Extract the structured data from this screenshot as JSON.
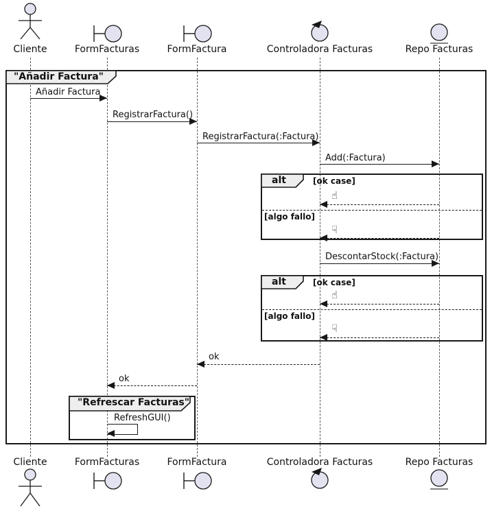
{
  "participants": [
    {
      "name": "Cliente",
      "type": "actor"
    },
    {
      "name": "FormFacturas",
      "type": "boundary"
    },
    {
      "name": "FormFactura",
      "type": "boundary"
    },
    {
      "name": "Controladora Facturas",
      "type": "control"
    },
    {
      "name": "Repo Facturas",
      "type": "entity"
    }
  ],
  "frames": {
    "main_title": "\"Añadir Factura\"",
    "refresh_title": "\"Refrescar Facturas\""
  },
  "fragments": {
    "operator": "alt",
    "guard_ok": "[ok case]",
    "guard_fail": "[algo fallo]",
    "thumb_up": "☝",
    "thumb_down": "☟"
  },
  "messages": {
    "anadir_factura": "Añadir Factura",
    "registrar_factura": "RegistrarFactura()",
    "registrar_factura_param": "RegistrarFactura(:Factura)",
    "add_factura": "Add(:Factura)",
    "descontar_stock": "DescontarStock(:Factura)",
    "ok": "ok",
    "refresh_gui": "RefreshGUI()"
  },
  "colors": {
    "participant_fill": "#E2E2F0",
    "frame_label_bg": "#EEEEEE",
    "line": "#181818",
    "lifeline": "#555555"
  }
}
